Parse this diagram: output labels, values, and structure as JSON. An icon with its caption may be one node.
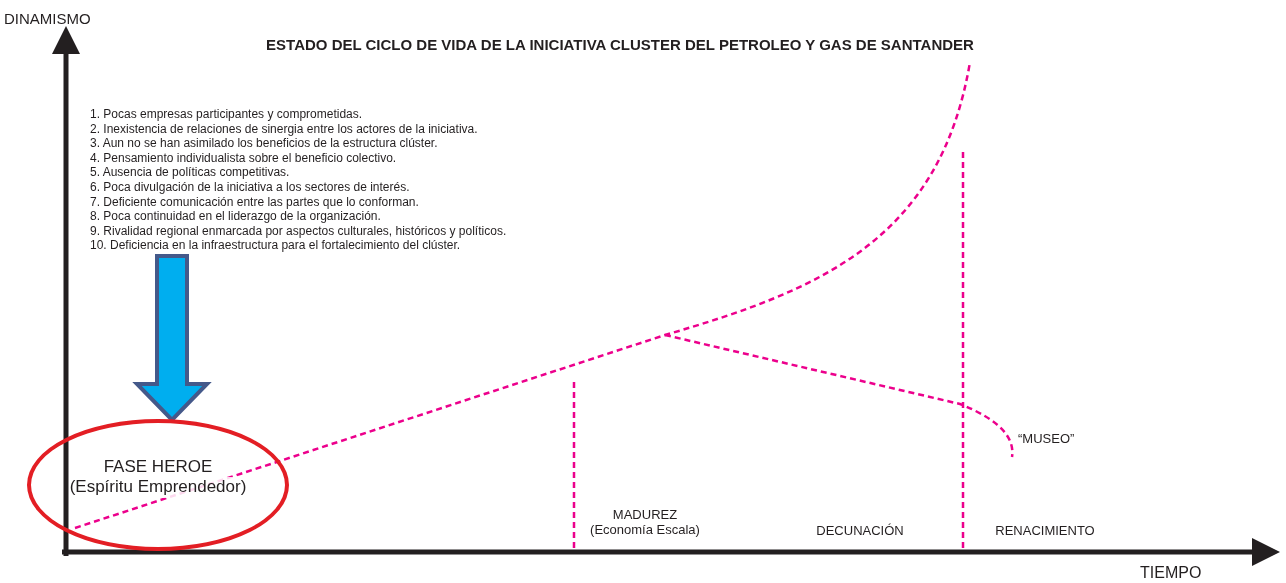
{
  "diagram": {
    "title": "ESTADO DEL CICLO DE VIDA DE LA INICIATIVA CLUSTER DEL PETROLEO Y GAS DE SANTANDER",
    "nodes": [
      {
        "text": [
          "1. Pocas empresas participantes y comprometidas.",
          "2. Inexistencia de relaciones de sinergia entre los actores de la iniciativa.",
          "3. Aun no se han asimilado los beneficios de la estructura clúster.",
          "4. Pensamiento individualista sobre el beneficio colectivo.",
          "5. Ausencia de políticas competitivas.",
          "6. Poca divulgación de la iniciativa a los sectores de interés.",
          "7. Deficiente comunicación entre las partes que lo conforman.",
          "8. Poca continuidad en el liderazgo de la organización.",
          "9. Rivalidad regional enmarcada por aspectos culturales, históricos y políticos.",
          "10. Deficiencia en la infraestructura para el fortalecimiento del clúster."
        ]
      },
      {
        "text": [
          "FASE HEROE",
          "(Espíritu Emprendedor)"
        ]
      }
    ],
    "edges": [
      {
        "from": 0,
        "to": 1,
        "arrow": "to",
        "style": "thick",
        "color": "#00aeef"
      }
    ],
    "labels": [
      "DINAMISMO",
      "MADUREZ (Economía Escala)",
      "DECUNACIÓN",
      "RENACIMIENTO",
      "“MUSEO”",
      "TIEMPO"
    ]
  }
}
